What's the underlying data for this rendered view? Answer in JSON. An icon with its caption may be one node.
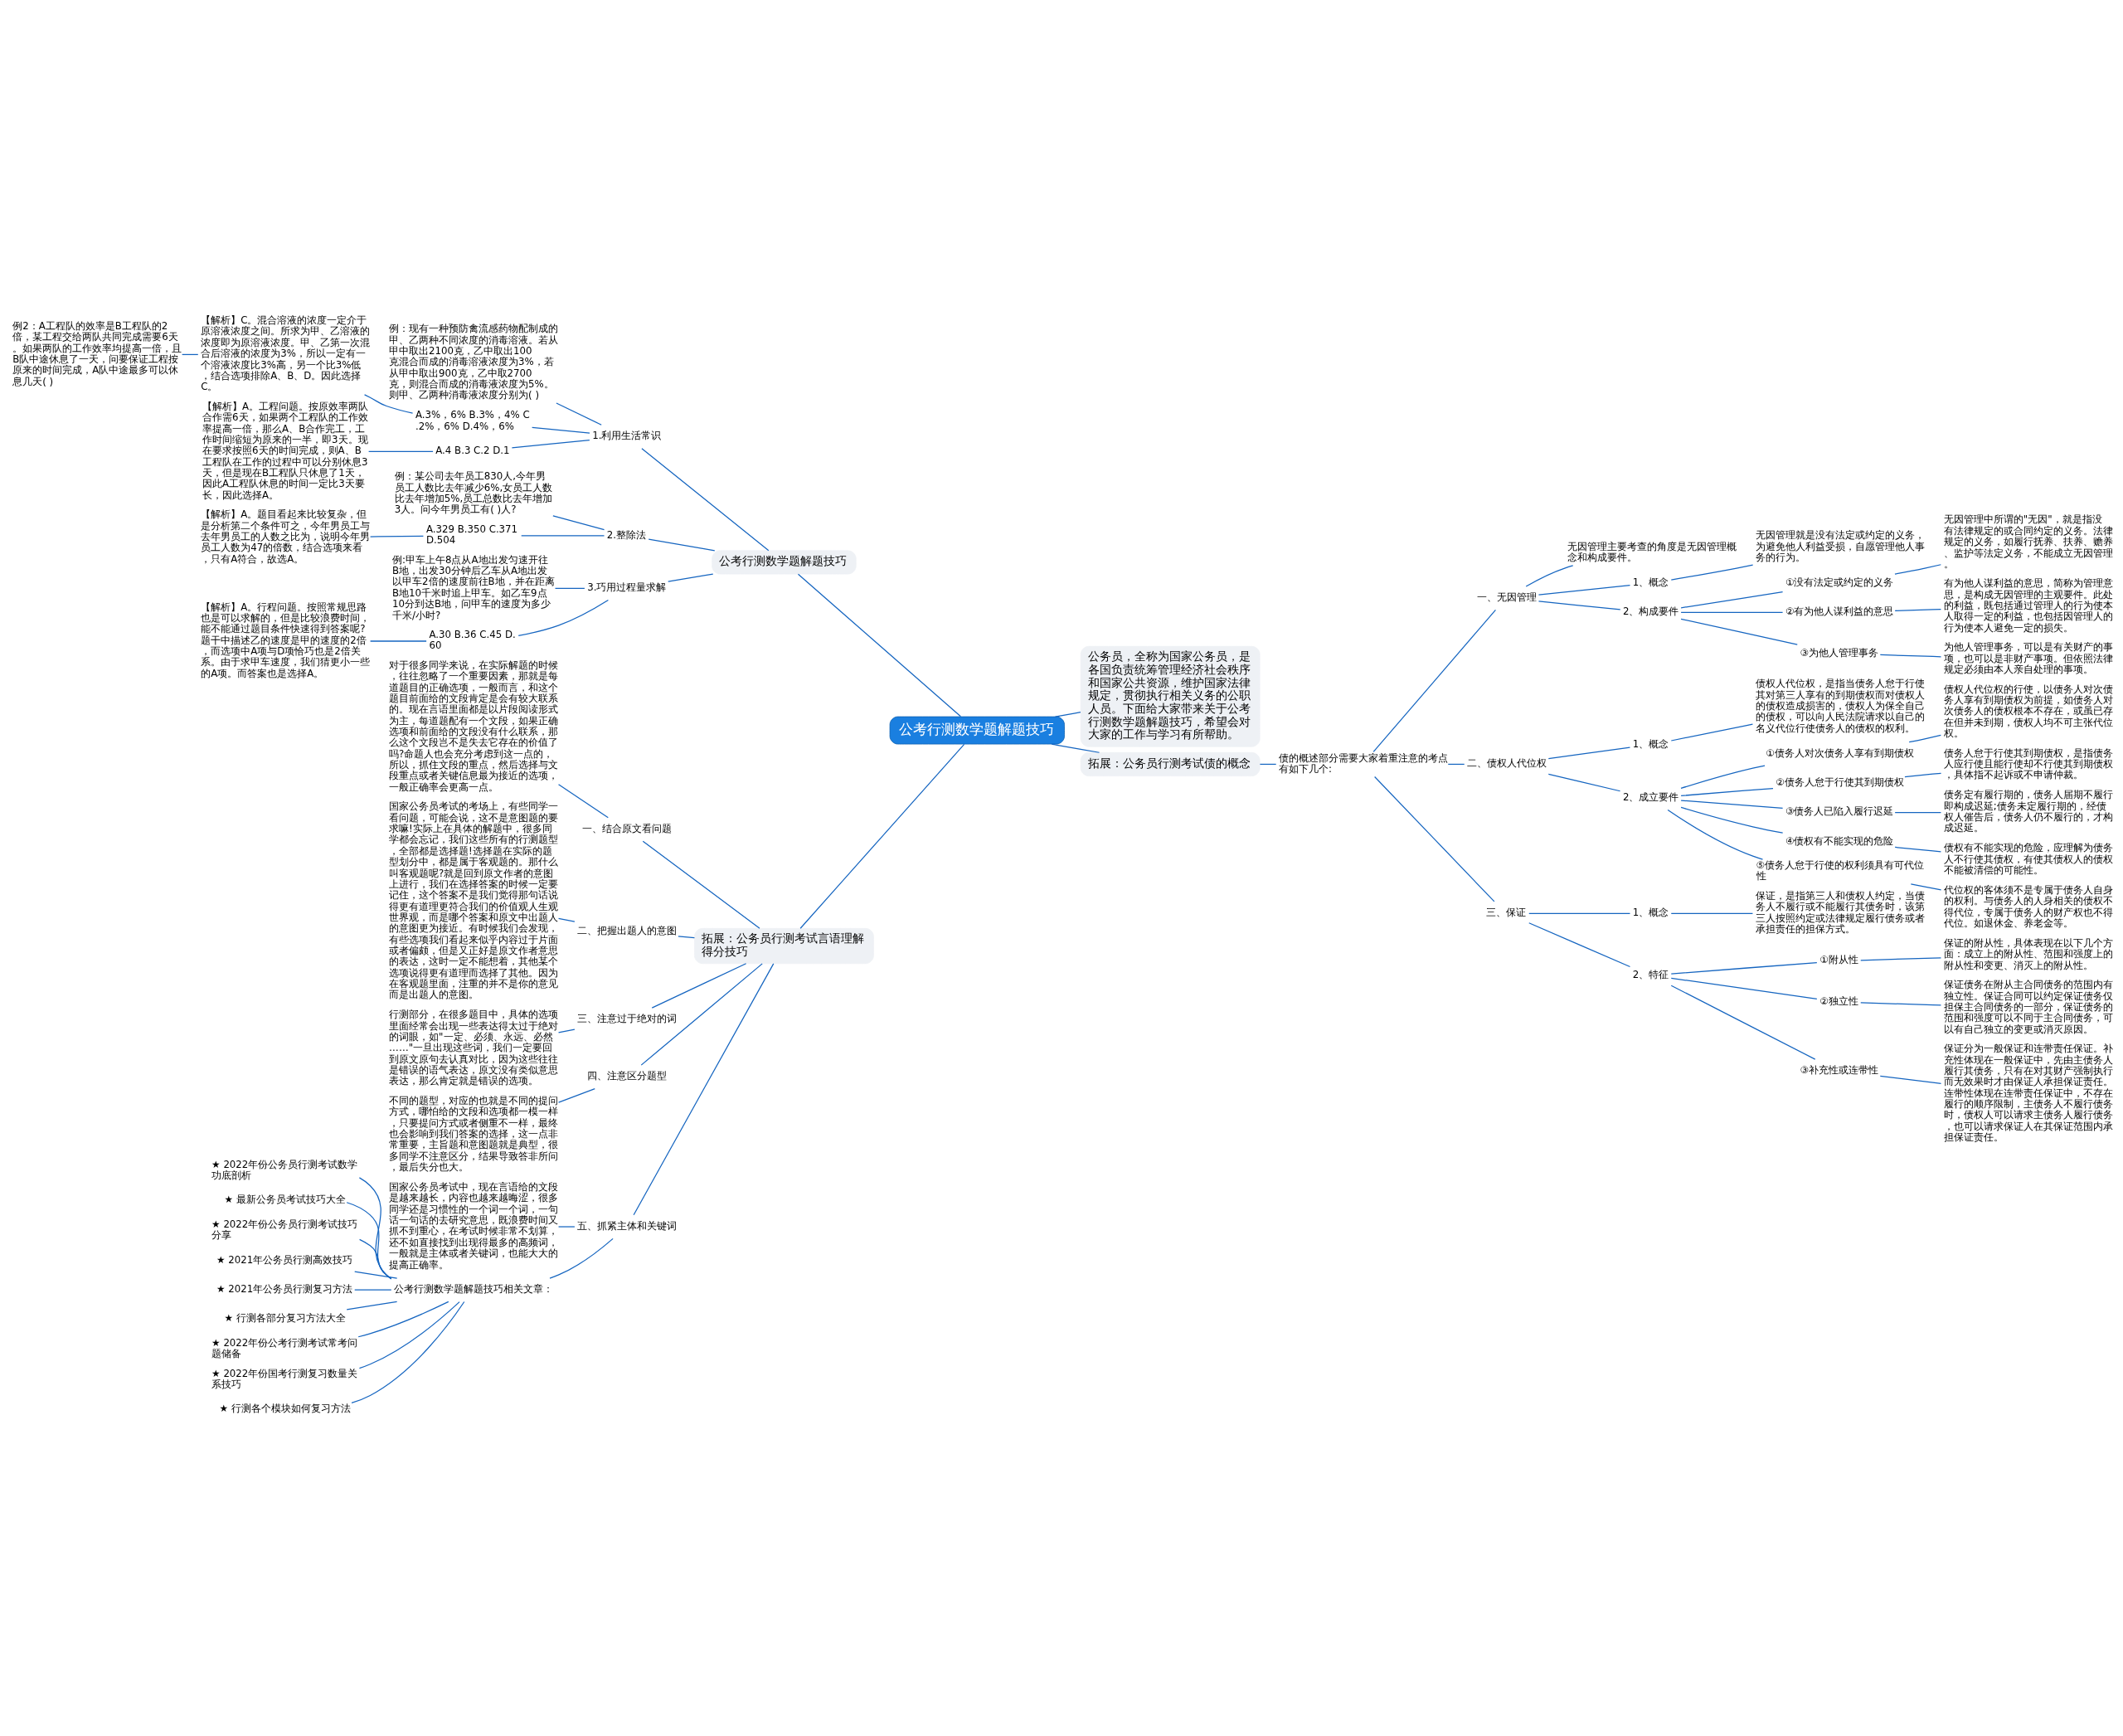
{
  "diagram": {
    "nodes": [
      {
        "text": [
          "公考行测数学题解题技巧"
        ]
      },
      {
        "text": [
          "公考行测数学题解题技巧"
        ]
      },
      {
        "text": [
          "1.利用生活常识"
        ]
      },
      {
        "text": [
          "例：现有一种预防禽流感药物配制成的甲、乙两种不同浓度的消毒溶液。若从甲中取出2100克，乙中取出100克混合而成的消毒溶液浓度为3%，若从甲中取出900克，乙中取2700克，则混合而成的消毒液浓度为5%。则甲、乙两种消毒液浓度分别为( )"
        ]
      },
      {
        "text": [
          "A.3%，6% B.3%，4% C.2%，6% D.4%，6%"
        ]
      },
      {
        "text": [
          "【解析】C。混合溶液的浓度一定介于原溶液浓度之间。所求为甲、乙溶液的浓度即为原溶液浓度。甲、乙第一次混合后溶液的浓度为3%，所以一定有一个溶液浓度比3%高，另一个比3%低，结合选项排除A、B、D。因此选择C。"
        ]
      },
      {
        "text": [
          "例2：A工程队的效率是B工程队的2倍，某工程交给两队共同完成需要6天。如果两队的工作效率均提高一倍，且B队中途休息了一天，问要保证工程按原来的时间完成，A队中途最多可以休息几天( )"
        ]
      },
      {
        "text": [
          "A.4 B.3 C.2 D.1"
        ]
      },
      {
        "text": [
          "【解析】A。工程问题。按原效率两队合作需6天，如果两个工程队的工作效率提高一倍，那么A、B合作完工，工作时间缩短为原来的一半，即3天。现在要求按照6天的时间完成，则A、B工程队在工作的过程中可以分别休息3天，但是现在B工程队只休息了1天，因此A工程队休息的时间一定比3天要长，因此选择A。"
        ]
      },
      {
        "text": [
          "2.整除法"
        ]
      },
      {
        "text": [
          "例：某公司去年员工830人,今年男员工人数比去年减少6%,女员工人数比去年增加5%,员工总数比去年增加3人。问今年男员工有( )人?"
        ]
      },
      {
        "text": [
          "A.329 B.350 C.371 D.504"
        ]
      },
      {
        "text": [
          "【解析】A。题目看起来比较复杂，但是分析第二个条件可之，今年男员工与去年男员工的人数之比为，说明今年男员工人数为47的倍数，结合选项来看，只有A符合，故选A。"
        ]
      },
      {
        "text": [
          "3.巧用过程量求解"
        ]
      },
      {
        "text": [
          "例:甲车上午8点从A地出发匀速开往B地，出发30分钟后乙车从A地出发以甲车2倍的速度前往B地，并在距离B地10千米时追上甲车。如乙车9点10分到达B地，问甲车的速度为多少千米/小时?"
        ]
      },
      {
        "text": [
          "A.30 B.36 C.45 D.60"
        ]
      },
      {
        "text": [
          "【解析】A。行程问题。按照常规思路也是可以求解的，但是比较浪费时间，能不能通过题目条件快速得到答案呢?题干中描述乙的速度是甲的速度的2倍，而选项中A项与D项恰巧也是2倍关系。由于求甲车速度，我们猜更小一些的A项。而答案也是选择A。"
        ]
      },
      {
        "text": [
          "拓展：公务员行测考试言语理解得分技巧"
        ]
      },
      {
        "text": [
          "一、结合原文看问题"
        ]
      },
      {
        "text": [
          "对于很多同学来说，在实际解题的时候，往往忽略了一个重要因素，那就是每道题目的正确选项，一般而言，和这个题目前面给的文段肯定是会有较大联系的。现在言语里面都是以片段阅读形式为主，每道题配有一个文段，如果正确选项和前面给的文段没有什么联系，那么这个文段岂不是失去它存在的价值了吗?命题人也会充分考虑到这一点的，所以，抓住文段的重点，然后选择与文段重点或者关键信息最为接近的选项，一般正确率会更高一点。"
        ]
      },
      {
        "text": [
          "二、把握出题人的意图"
        ]
      },
      {
        "text": [
          "国家公务员考试的考场上，有些同学一看问题，可能会说，这不是意图题的要求嘛!实际上在具体的解题中，很多同学都会忘记，我们这些所有的行测题型，全部都是选择题!选择题在实际的题型划分中，都是属于客观题的。那什么叫客观题呢?就是回到原文作者的意图上进行，我们在选择答案的时候一定要记住，这个答案不是我们觉得那句话说得更有道理更符合我们的价值观人生观世界观，而是哪个答案和原文中出题人的意图更为接近。有时候我们会发现，有些选项我们看起来似乎内容过于片面或者偏颇，但是又正好是原文作者意思的表达，这时一定不能想着，其他某个选项说得更有道理而选择了其他。因为在客观题里面，注重的并不是你的意见而是出题人的意图。"
        ]
      },
      {
        "text": [
          "三、注意过于绝对的词"
        ]
      },
      {
        "text": [
          "行测部分，在很多题目中，具体的选项里面经常会出现一些表达得太过于绝对的词眼，如\"一定、必须、永远、必然……\"一旦出现这些词，我们一定要回到原文原句去认真对比，因为这些往往是错误的语气表达，原文没有类似意思表达，那么肯定就是错误的选项。"
        ]
      },
      {
        "text": [
          "四、注意区分题型"
        ]
      },
      {
        "text": [
          "不同的题型，对应的也就是不同的提问方式，哪怕给的文段和选项都一模一样，只要提问方式或者侧重不一样，最终也会影响到我们答案的选择，这一点非常重要，主旨题和意图题就是典型，很多同学不注意区分，结果导致答非所问，最后失分也大。"
        ]
      },
      {
        "text": [
          "五、抓紧主体和关键词"
        ]
      },
      {
        "text": [
          "国家公务员考试中，现在言语给的文段是越来越长，内容也越来越晦涩，很多同学还是习惯性的一个词一个词，一句话一句话的去研究意思，既浪费时间又抓不到重心，在考试时候非常不划算，还不如直接找到出现得最多的高频词，一般就是主体或者关键词，也能大大的提高正确率。"
        ]
      },
      {
        "text": [
          "公考行测数学题解题技巧相关文章："
        ]
      },
      {
        "text": [
          "★ 2022年份公务员行测考试数学功底剖析"
        ]
      },
      {
        "text": [
          "★ 最新公务员考试技巧大全"
        ]
      },
      {
        "text": [
          "★ 2022年份公务员行测考试技巧分享"
        ]
      },
      {
        "text": [
          "★ 2021年公务员行测高效技巧"
        ]
      },
      {
        "text": [
          "★ 2021年公务员行测复习方法"
        ]
      },
      {
        "text": [
          "★ 行测各部分复习方法大全"
        ]
      },
      {
        "text": [
          "★ 2022年份公考行测考试常考问题储备"
        ]
      },
      {
        "text": [
          "★ 2022年份国考行测复习数量关系技巧"
        ]
      },
      {
        "text": [
          "★ 行测各个模块如何复习方法"
        ]
      },
      {
        "text": [
          "公务员，全称为国家公务员，是各国负责统筹管理经济社会秩序和国家公共资源，维护国家法律规定，贯彻执行相关义务的公职人员。下面给大家带来关于公考行测数学题解题技巧，希望会对大家的工作与学习有所帮助。"
        ]
      },
      {
        "text": [
          "拓展：公务员行测考试债的概念"
        ]
      },
      {
        "text": [
          "债的概述部分需要大家着重注意的考点有如下几个:"
        ]
      },
      {
        "text": [
          "一、无因管理"
        ]
      },
      {
        "text": [
          "无因管理主要考查的角度是无因管理概念和构成要件。"
        ]
      },
      {
        "text": [
          "1、概念"
        ]
      },
      {
        "text": [
          "无因管理就是没有法定或约定的义务，为避免他人利益受损，自愿管理他人事务的行为。"
        ]
      },
      {
        "text": [
          "2、构成要件"
        ]
      },
      {
        "text": [
          "①没有法定或约定的义务"
        ]
      },
      {
        "text": [
          "无因管理中所谓的\"无因\"，就是指没有法律规定的或合同约定的义务。法律规定的义务，如履行抚养、扶养、赡养、监护等法定义务，不能成立无因管理。"
        ]
      },
      {
        "text": [
          "②有为他人谋利益的意思"
        ]
      },
      {
        "text": [
          "有为他人谋利益的意思，简称为管理意思，是构成无因管理的主观要件。此处的利益，既包括通过管理人的行为使本人取得一定的利益，也包括因管理人的行为使本人避免一定的损失。"
        ]
      },
      {
        "text": [
          "③为他人管理事务"
        ]
      },
      {
        "text": [
          "为他人管理事务，可以是有关财产的事项，也可以是非财产事项。但依照法律规定必须由本人亲自处理的事项。"
        ]
      },
      {
        "text": [
          "二、债权人代位权"
        ]
      },
      {
        "text": [
          "1、概念"
        ]
      },
      {
        "text": [
          "债权人代位权，是指当债务人怠于行使其对第三人享有的到期债权而对债权人的债权造成损害的，债权人为保全自己的债权，可以向人民法院请求以自己的名义代位行使债务人的债权的权利。"
        ]
      },
      {
        "text": [
          "2、成立要件"
        ]
      },
      {
        "text": [
          "①债务人对次债务人享有到期债权"
        ]
      },
      {
        "text": [
          "债权人代位权的行使，以债务人对次债务人享有到期债权为前提，如债务人对次债务人的债权根本不存在，或虽已存在但并未到期，债权人均不可主张代位权。"
        ]
      },
      {
        "text": [
          "②债务人怠于行使其到期债权"
        ]
      },
      {
        "text": [
          "债务人怠于行使其到期债权，是指债务人应行使且能行使却不行使其到期债权，具体指不起诉或不申请仲裁。"
        ]
      },
      {
        "text": [
          "③债务人已陷入履行迟延"
        ]
      },
      {
        "text": [
          "债务定有履行期的，债务人届期不履行即构成迟延;债务未定履行期的，经债权人催告后，债务人仍不履行的，才构成迟延。"
        ]
      },
      {
        "text": [
          "④债权有不能实现的危险"
        ]
      },
      {
        "text": [
          "债权有不能实现的危险，应理解为债务人不行使其债权，有使其债权人的债权不能被清偿的可能性。"
        ]
      },
      {
        "text": [
          "⑤债务人怠于行使的权利须具有可代位性"
        ]
      },
      {
        "text": [
          "代位权的客体须不是专属于债务人自身的权利。与债务人的人身相关的债权不得代位，专属于债务人的财产权也不得代位。如退休金、养老金等。"
        ]
      },
      {
        "text": [
          "三、保证"
        ]
      },
      {
        "text": [
          "1、概念"
        ]
      },
      {
        "text": [
          "保证，是指第三人和债权人约定，当债务人不履行或不能履行其债务时，该第三人按照约定或法律规定履行债务或者承担责任的担保方式。"
        ]
      },
      {
        "text": [
          "2、特征"
        ]
      },
      {
        "text": [
          "①附从性"
        ]
      },
      {
        "text": [
          "保证的附从性，具体表现在以下几个方面：成立上的附从性、范围和强度上的附从性和变更、消灭上的附从性。"
        ]
      },
      {
        "text": [
          "②独立性"
        ]
      },
      {
        "text": [
          "保证债务在附从主合同债务的范围内有独立性。保证合同可以约定保证债务仅担保主合同债务的一部分，保证债务的范围和强度可以不同于主合同债务，可以有自己独立的变更或消灭原因。"
        ]
      },
      {
        "text": [
          "③补充性或连带性"
        ]
      },
      {
        "text": [
          "保证分为一般保证和连带责任保证。补充性体现在一般保证中，先由主债务人履行其债务，只有在对其财产强制执行而无效果时才由保证人承担保证责任。连带性体现在连带责任保证中，不存在履行的顺序限制，主债务人不履行债务时，债权人可以请求主债务人履行债务，也可以请求保证人在其保证范围内承担保证责任。"
        ]
      }
    ],
    "edges": [
      {
        "from": 0,
        "to": 1,
        "arrow": "none"
      },
      {
        "from": 1,
        "to": 2,
        "arrow": "none"
      },
      {
        "from": 2,
        "to": 3,
        "arrow": "none"
      },
      {
        "from": 2,
        "to": 4,
        "arrow": "none"
      },
      {
        "from": 4,
        "to": 5,
        "arrow": "none"
      },
      {
        "from": 5,
        "to": 6,
        "arrow": "none"
      },
      {
        "from": 2,
        "to": 7,
        "arrow": "none"
      },
      {
        "from": 7,
        "to": 8,
        "arrow": "none"
      },
      {
        "from": 1,
        "to": 9,
        "arrow": "none"
      },
      {
        "from": 9,
        "to": 10,
        "arrow": "none"
      },
      {
        "from": 9,
        "to": 11,
        "arrow": "none"
      },
      {
        "from": 11,
        "to": 12,
        "arrow": "none"
      },
      {
        "from": 1,
        "to": 13,
        "arrow": "none"
      },
      {
        "from": 13,
        "to": 14,
        "arrow": "none"
      },
      {
        "from": 13,
        "to": 15,
        "arrow": "none"
      },
      {
        "from": 15,
        "to": 16,
        "arrow": "none"
      },
      {
        "from": 0,
        "to": 17,
        "arrow": "none"
      },
      {
        "from": 17,
        "to": 18,
        "arrow": "none"
      },
      {
        "from": 18,
        "to": 19,
        "arrow": "none"
      },
      {
        "from": 17,
        "to": 20,
        "arrow": "none"
      },
      {
        "from": 20,
        "to": 21,
        "arrow": "none"
      },
      {
        "from": 17,
        "to": 22,
        "arrow": "none"
      },
      {
        "from": 22,
        "to": 23,
        "arrow": "none"
      },
      {
        "from": 17,
        "to": 24,
        "arrow": "none"
      },
      {
        "from": 24,
        "to": 25,
        "arrow": "none"
      },
      {
        "from": 17,
        "to": 26,
        "arrow": "none"
      },
      {
        "from": 26,
        "to": 27,
        "arrow": "none"
      },
      {
        "from": 26,
        "to": 28,
        "arrow": "none"
      },
      {
        "from": 28,
        "to": 29,
        "arrow": "none"
      },
      {
        "from": 28,
        "to": 30,
        "arrow": "none"
      },
      {
        "from": 28,
        "to": 31,
        "arrow": "none"
      },
      {
        "from": 28,
        "to": 32,
        "arrow": "none"
      },
      {
        "from": 28,
        "to": 33,
        "arrow": "none"
      },
      {
        "from": 28,
        "to": 34,
        "arrow": "none"
      },
      {
        "from": 28,
        "to": 35,
        "arrow": "none"
      },
      {
        "from": 28,
        "to": 36,
        "arrow": "none"
      },
      {
        "from": 28,
        "to": 37,
        "arrow": "none"
      },
      {
        "from": 0,
        "to": 38,
        "arrow": "none"
      },
      {
        "from": 0,
        "to": 39,
        "arrow": "none"
      },
      {
        "from": 39,
        "to": 40,
        "arrow": "none"
      },
      {
        "from": 40,
        "to": 41,
        "arrow": "none"
      },
      {
        "from": 41,
        "to": 42,
        "arrow": "none"
      },
      {
        "from": 41,
        "to": 43,
        "arrow": "none"
      },
      {
        "from": 43,
        "to": 44,
        "arrow": "none"
      },
      {
        "from": 41,
        "to": 45,
        "arrow": "none"
      },
      {
        "from": 45,
        "to": 46,
        "arrow": "none"
      },
      {
        "from": 46,
        "to": 47,
        "arrow": "none"
      },
      {
        "from": 45,
        "to": 48,
        "arrow": "none"
      },
      {
        "from": 48,
        "to": 49,
        "arrow": "none"
      },
      {
        "from": 45,
        "to": 50,
        "arrow": "none"
      },
      {
        "from": 50,
        "to": 51,
        "arrow": "none"
      },
      {
        "from": 40,
        "to": 52,
        "arrow": "none"
      },
      {
        "from": 52,
        "to": 53,
        "arrow": "none"
      },
      {
        "from": 53,
        "to": 54,
        "arrow": "none"
      },
      {
        "from": 52,
        "to": 55,
        "arrow": "none"
      },
      {
        "from": 55,
        "to": 56,
        "arrow": "none"
      },
      {
        "from": 56,
        "to": 57,
        "arrow": "none"
      },
      {
        "from": 55,
        "to": 58,
        "arrow": "none"
      },
      {
        "from": 58,
        "to": 59,
        "arrow": "none"
      },
      {
        "from": 55,
        "to": 60,
        "arrow": "none"
      },
      {
        "from": 60,
        "to": 61,
        "arrow": "none"
      },
      {
        "from": 55,
        "to": 62,
        "arrow": "none"
      },
      {
        "from": 62,
        "to": 63,
        "arrow": "none"
      },
      {
        "from": 55,
        "to": 64,
        "arrow": "none"
      },
      {
        "from": 64,
        "to": 65,
        "arrow": "none"
      },
      {
        "from": 40,
        "to": 66,
        "arrow": "none"
      },
      {
        "from": 66,
        "to": 67,
        "arrow": "none"
      },
      {
        "from": 67,
        "to": 68,
        "arrow": "none"
      },
      {
        "from": 66,
        "to": 69,
        "arrow": "none"
      },
      {
        "from": 69,
        "to": 70,
        "arrow": "none"
      },
      {
        "from": 70,
        "to": 71,
        "arrow": "none"
      },
      {
        "from": 69,
        "to": 72,
        "arrow": "none"
      },
      {
        "from": 72,
        "to": 73,
        "arrow": "none"
      },
      {
        "from": 69,
        "to": 74,
        "arrow": "none"
      },
      {
        "from": 74,
        "to": 75,
        "arrow": "none"
      }
    ]
  }
}
